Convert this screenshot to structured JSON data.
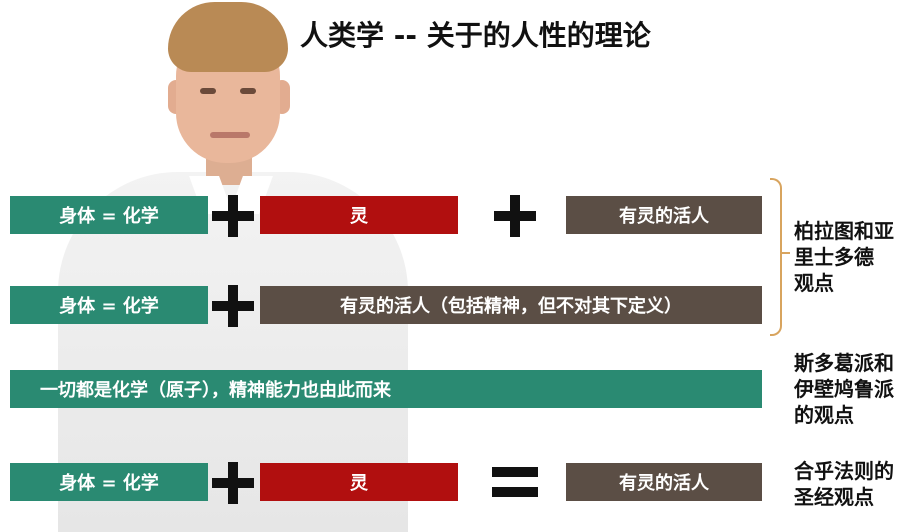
{
  "title": "人类学 --  关于的人性的理论",
  "row1": {
    "body": "身体 = 化学",
    "spirit": "灵",
    "result": "有灵的活人"
  },
  "row2": {
    "body": "身体 = 化学",
    "result": "有灵的活人（包括精神，但不对其下定义）"
  },
  "row3": {
    "text": "一切都是化学（原子），精神能力也由此而来"
  },
  "row4": {
    "body": "身体 = 化学",
    "spirit": "灵",
    "result": "有灵的活人"
  },
  "labels": {
    "plato": [
      "柏拉图和亚",
      "里士多德",
      "观点"
    ],
    "stoic": [
      "斯多葛派和",
      "伊壁鸠鲁派",
      "的观点"
    ],
    "biblical": [
      "合乎法则的",
      "圣经观点"
    ]
  },
  "colors": {
    "green": "#2a8a72",
    "red": "#b10f0f",
    "brown": "#5b4e45",
    "bracket": "#d8a45e"
  }
}
